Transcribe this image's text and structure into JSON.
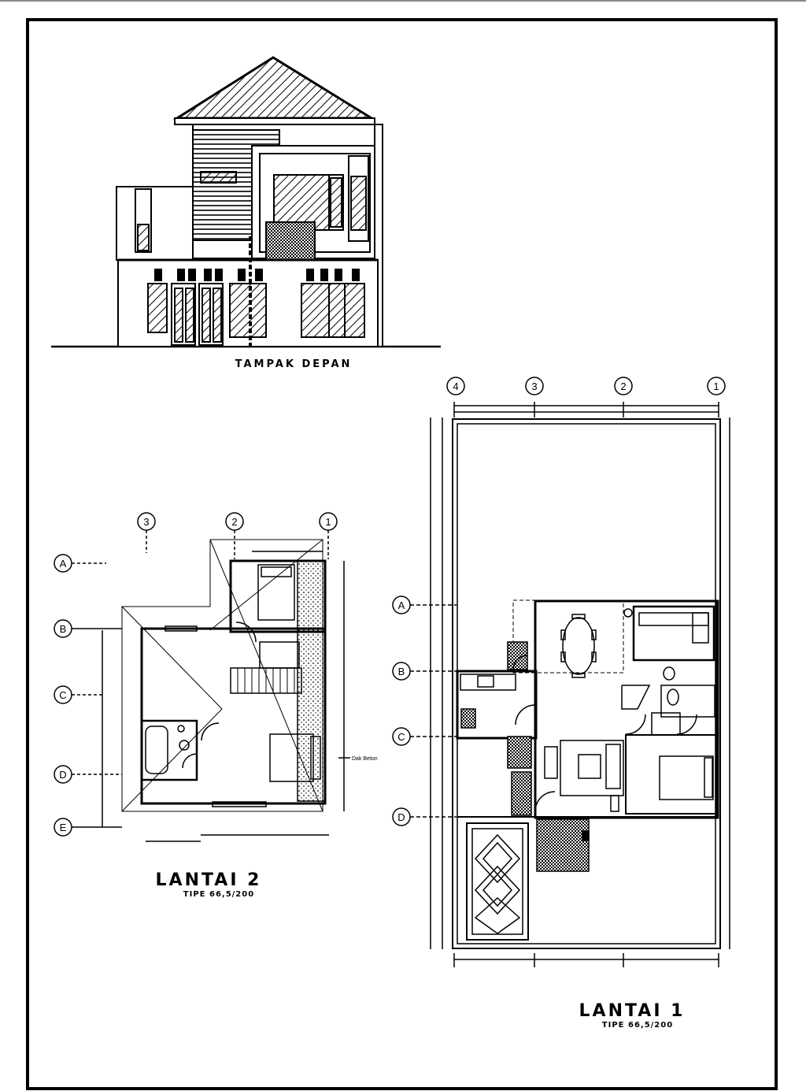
{
  "elevation": {
    "title": "TAMPAK DEPAN"
  },
  "floor2": {
    "title": "LANTAI 2",
    "subtitle": "TIPE 66,5/200",
    "grid_cols": [
      "3",
      "2",
      "1"
    ],
    "grid_rows": [
      "A",
      "B",
      "C",
      "D",
      "E"
    ],
    "note": "Dak Beton"
  },
  "floor1": {
    "title": "LANTAI 1",
    "subtitle": "TIPE 66,5/200",
    "grid_cols": [
      "4",
      "3",
      "2",
      "1"
    ],
    "grid_rows": [
      "A",
      "B",
      "C",
      "D"
    ]
  },
  "colors": {
    "line": "#000000",
    "paper": "#ffffff"
  }
}
